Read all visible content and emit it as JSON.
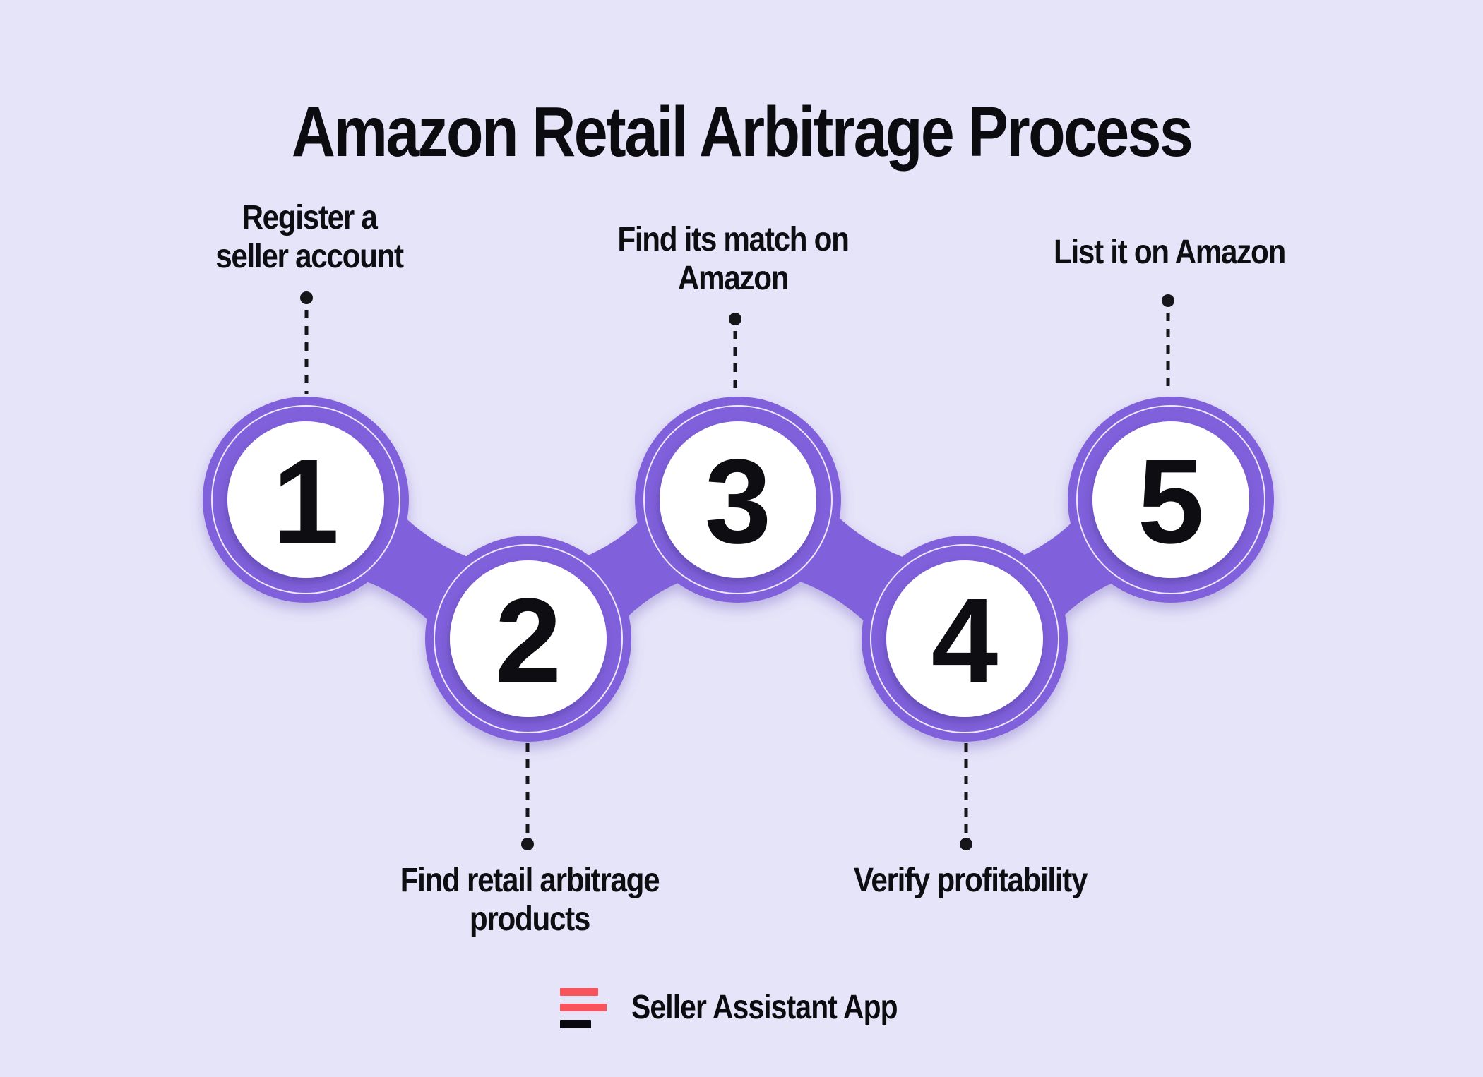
{
  "title": "Amazon Retail Arbitrage Process",
  "steps": [
    {
      "number": "1",
      "label_lines": [
        "Register a",
        "seller account"
      ],
      "label_position": "above"
    },
    {
      "number": "2",
      "label_lines": [
        "Find retail arbitrage",
        "products"
      ],
      "label_position": "below"
    },
    {
      "number": "3",
      "label_lines": [
        "Find its match on",
        "Amazon"
      ],
      "label_position": "above"
    },
    {
      "number": "4",
      "label_lines": [
        "Verify profitability"
      ],
      "label_position": "below"
    },
    {
      "number": "5",
      "label_lines": [
        "List it on Amazon"
      ],
      "label_position": "above"
    }
  ],
  "brand": {
    "name": "Seller Assistant App",
    "logo_icon": "three-bars-logo-icon"
  },
  "colors": {
    "background": "#e6e4f9",
    "accent_purple": "#8161db",
    "circle_fill": "#ffffff",
    "text_black": "#0d0d12",
    "brand_coral": "#f9545b",
    "dotted_line": "#15151a"
  }
}
